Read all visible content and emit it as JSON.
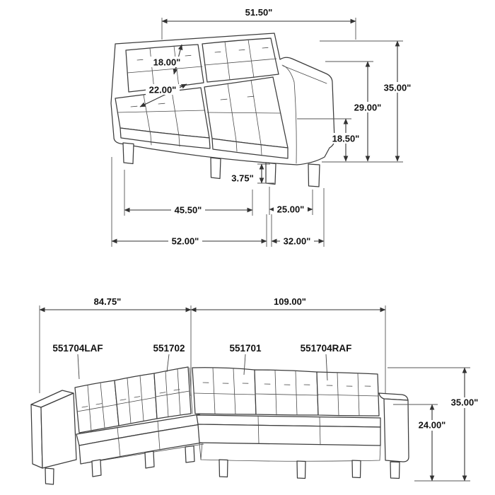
{
  "page": {
    "background_color": "#ffffff",
    "line_color": "#3c3c3c",
    "text_color": "#111111"
  },
  "loveseat_view": {
    "dims": {
      "back_width": "51.50\"",
      "back_cushion": "18.00\"",
      "seat_depth": "22.00\"",
      "overall_height": "35.00\"",
      "arm_height": "29.00\"",
      "seat_height": "18.50\"",
      "leg_height": "3.75\"",
      "seat_width": "45.50\"",
      "arm_width": "25.00\"",
      "overall_width": "52.00\"",
      "overall_depth": "32.00\""
    }
  },
  "sectional_view": {
    "dims": {
      "left_section_width": "84.75\"",
      "right_section_width": "109.00\"",
      "overall_height": "35.00\"",
      "arm_height": "24.00\""
    },
    "part_labels": {
      "left_arm_facing": "551704LAF",
      "armless_loveseat": "551702",
      "armless_sofa": "551701",
      "right_arm_facing": "551704RAF"
    }
  }
}
